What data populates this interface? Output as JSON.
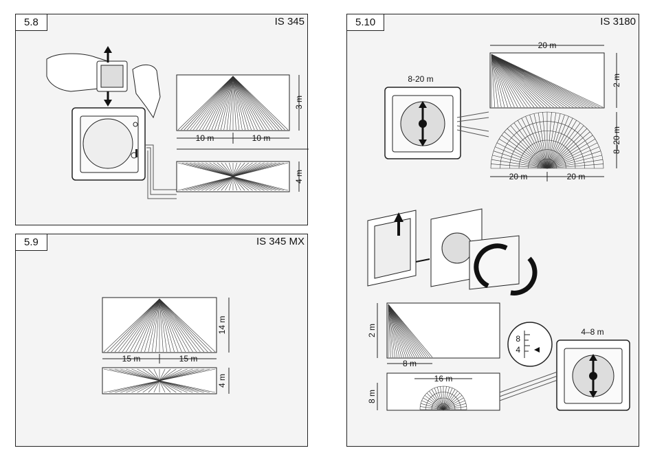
{
  "panels": {
    "p58": {
      "number": "5.8",
      "model": "IS 345",
      "dims": {
        "width_left": "10 m",
        "width_right": "10 m",
        "height": "3 m",
        "depth": "4 m"
      }
    },
    "p59": {
      "number": "5.9",
      "model": "IS 345 MX",
      "dims": {
        "width_left": "15 m",
        "width_right": "15 m",
        "height": "14 m",
        "depth": "4 m"
      }
    },
    "p510": {
      "number": "5.10",
      "model": "IS 3180",
      "dims": {
        "top_width": "20 m",
        "top_height": "2 m",
        "range_label": "8-20 m",
        "half_range": "8–20 m",
        "bottom_left": "20 m",
        "bottom_right": "20 m",
        "small_height": "2 m",
        "small_width": "8 m",
        "small_top": "16 m",
        "small_side": "8 m",
        "small_range": "4–8 m",
        "scale_8": "8",
        "scale_4": "4"
      }
    }
  },
  "colors": {
    "border": "#222222",
    "panel_bg": "#f4f4f4",
    "line": "#333333"
  }
}
